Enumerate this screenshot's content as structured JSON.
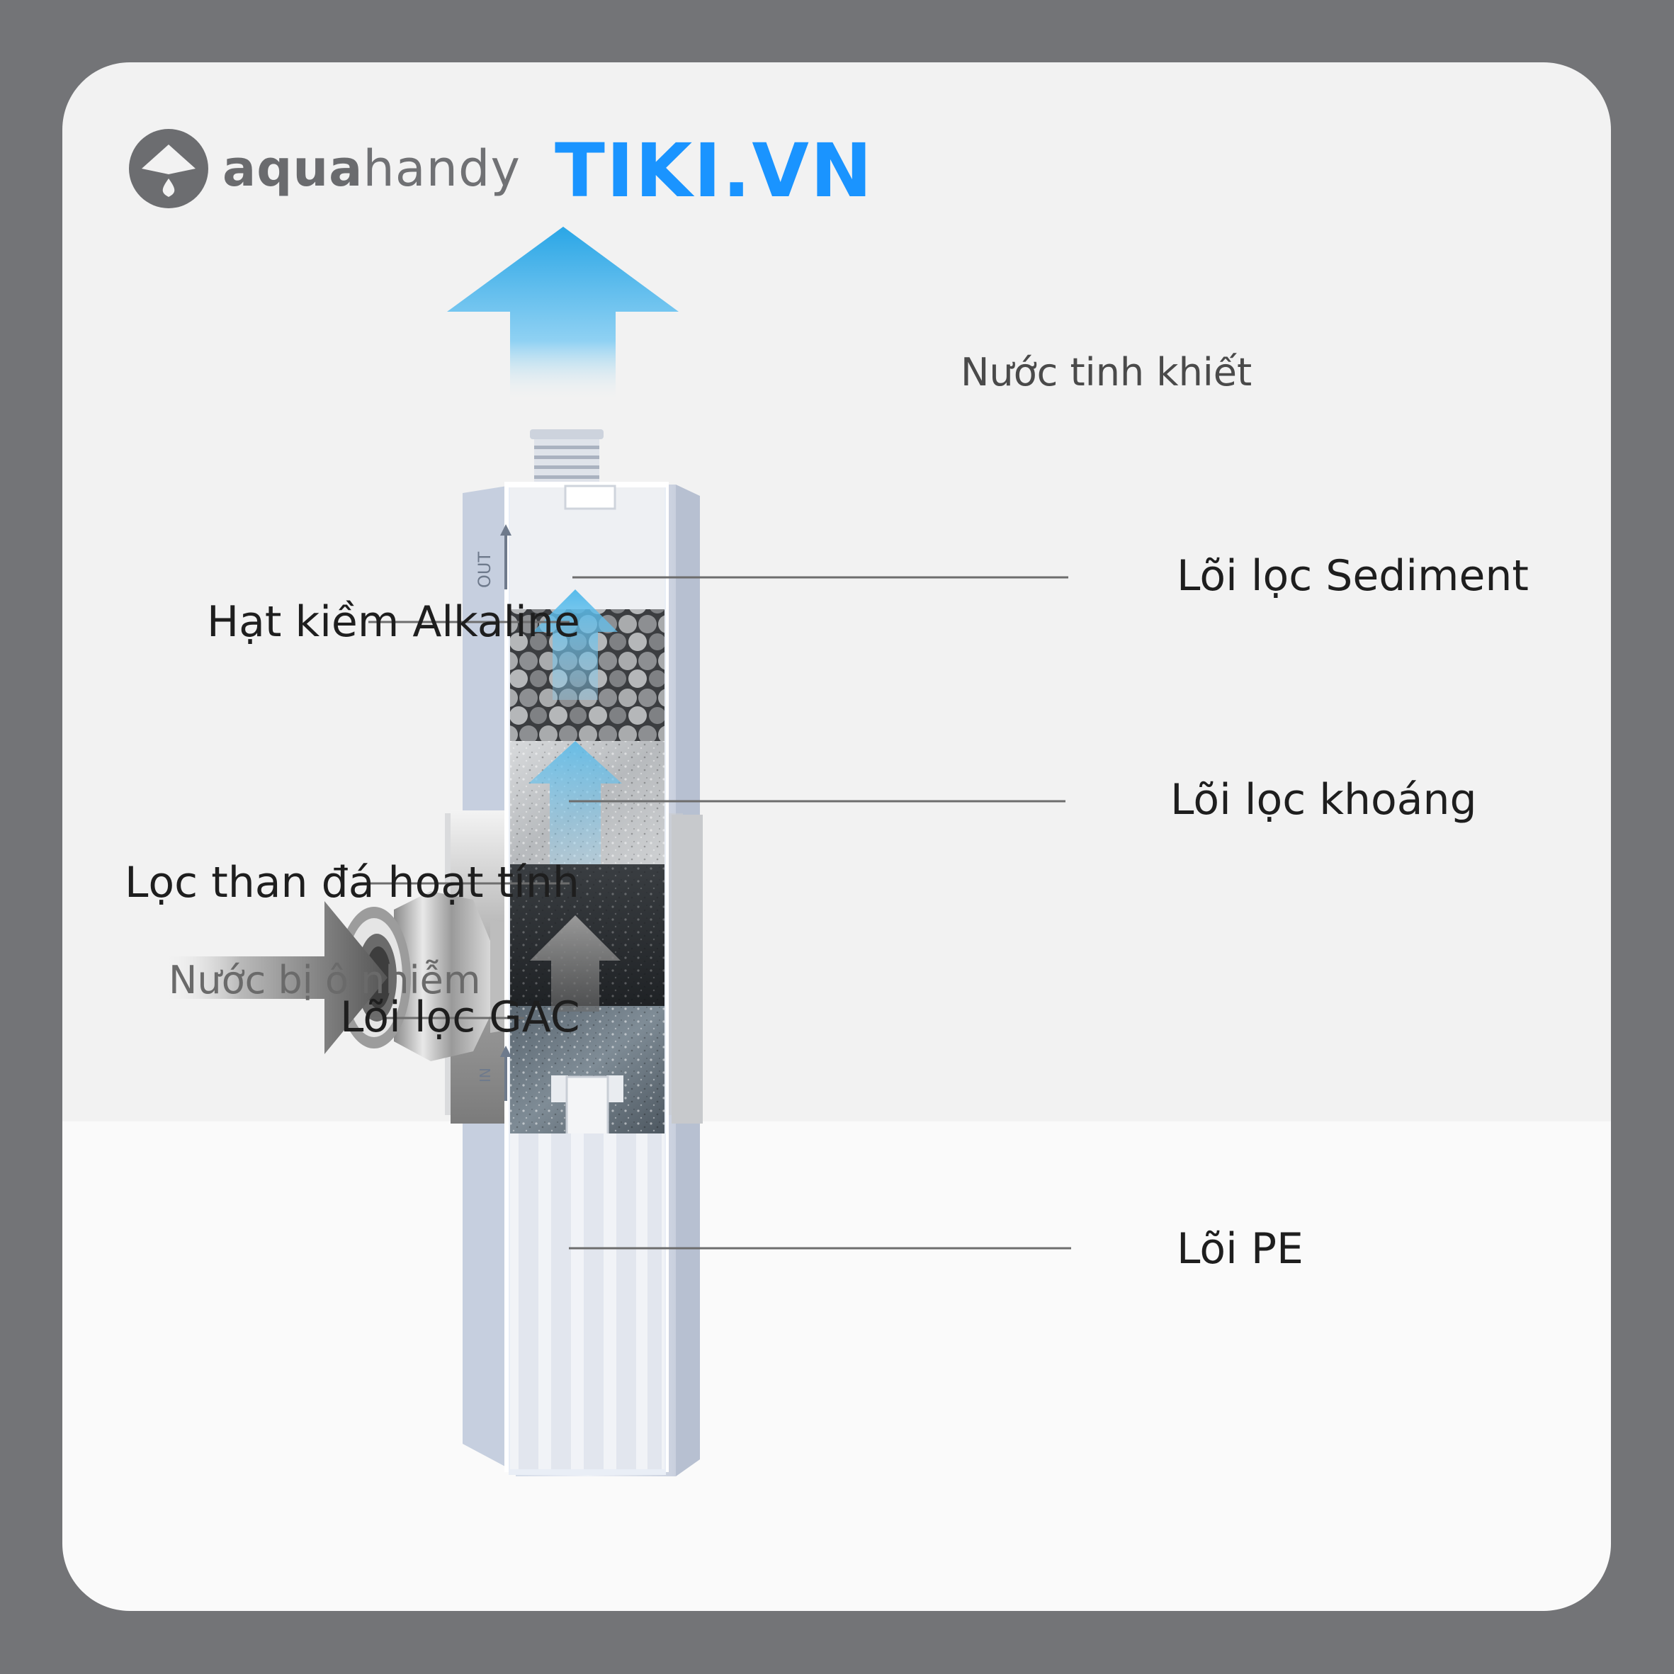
{
  "brands": {
    "aqua_bold": "aqua",
    "aqua_rest": "handy",
    "tiki": "TIKI.VN",
    "tiki_color": "#1a94ff"
  },
  "flow": {
    "in_label": "Nước bị ô nhiễm",
    "out_label": "Nước tinh khiết"
  },
  "housing_marks": {
    "out": "OUT",
    "in": "IN"
  },
  "layers": {
    "sediment": "Lõi lọc Sediment",
    "alkaline": "Hạt kiềm Alkaline",
    "mineral": "Lõi lọc khoáng",
    "carbon": "Lọc than đá hoạt tính",
    "gac": "Lõi lọc GAC",
    "pe": "Lõi PE"
  },
  "colors": {
    "frame": "#737477",
    "water_blue": "#4fb8ea",
    "leader_line": "#6d6d6d"
  }
}
